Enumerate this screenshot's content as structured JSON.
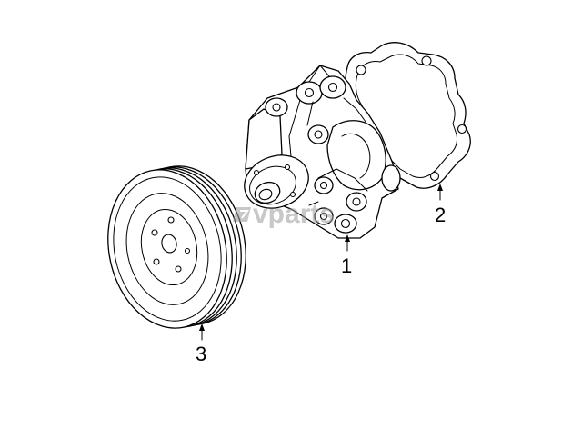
{
  "watermark": {
    "text": "vparts"
  },
  "callouts": [
    {
      "label": "1"
    },
    {
      "label": "2"
    },
    {
      "label": "3"
    }
  ]
}
